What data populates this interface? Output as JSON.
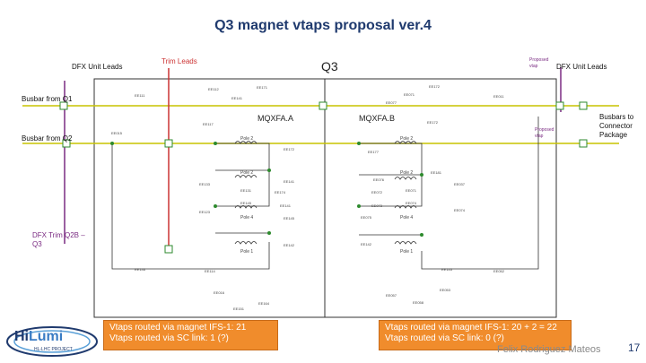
{
  "title": "Q3 magnet vtaps proposal ver.4",
  "labels": {
    "magnet": "Q3",
    "dfx_left": "DFX Unit Leads",
    "dfx_right": "DFX Unit Leads",
    "trim_leads": "Trim Leads",
    "proposed_vtap_top": "Proposed vtap",
    "proposed_vtap_mid": "Proposed vtap",
    "busbar_q1": "Busbar from Q1",
    "busbar_q2": "Busbar from Q2",
    "busbar_connector": "Busbars to Connector Package",
    "dfx_trim": "DFX Trim Q2B – Q3",
    "mqxfa_a": "MQXFA.A",
    "mqxfa_b": "MQXFA.B"
  },
  "poles": {
    "a1": "Pole 2",
    "a2": "Pole 2",
    "a3": "Pole 4",
    "a4": "Pole 1",
    "b1": "Pole 2",
    "b2": "Pole 2",
    "b3": "Pole 4",
    "b4": "Pole 1"
  },
  "vtaps": [
    "EE112",
    "EE171",
    "EE111",
    "EE141",
    "EE172",
    "EE071",
    "EE011",
    "EE077",
    "EE117",
    "EE015",
    "EE172",
    "EE172",
    "EE133",
    "EE131",
    "EE174",
    "EE141",
    "EE123",
    "EE145",
    "EE141",
    "EE142",
    "EE145",
    "EE146",
    "EE114",
    "EE016",
    "EE177",
    "EE076",
    "EE037",
    "EE071",
    "EE072",
    "EE073",
    "EE074",
    "EE074",
    "EE075",
    "EE142",
    "EE143",
    "EE052",
    "EE053",
    "EE057",
    "EE058",
    "EE164",
    "EE151",
    "EE181"
  ],
  "boxes": {
    "left_line1": "Vtaps routed via magnet IFS-1: 21",
    "left_line2": "Vtaps routed via SC link: 1 (?)",
    "right_line1": "Vtaps routed via magnet IFS-1: 20 + 2 = 22",
    "right_line2": "Vtaps routed via SC link: 0 (?)"
  },
  "logo": {
    "text1": "Hi",
    "text2": "Lumi",
    "subtitle": "HL-LHC PROJECT"
  },
  "footer": {
    "author": "Felix Rodriguez Mateos",
    "page": "17"
  },
  "colors": {
    "title": "#1f3a6e",
    "box": "#f08c2c",
    "busbar": "#c7c400",
    "trim": "#cc3333",
    "dfx": "#7a2b82",
    "green": "#2d8a2d"
  }
}
